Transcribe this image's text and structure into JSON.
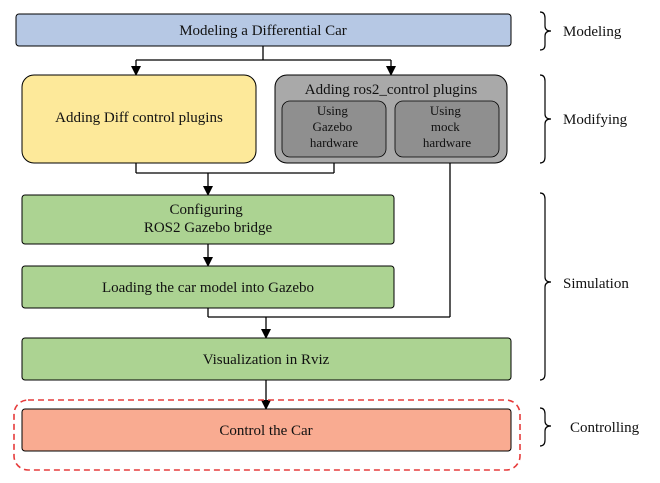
{
  "boxes": {
    "modeling_car": "Modeling a Differential Car",
    "diff_plugins": "Adding Diff control plugins",
    "ros2_plugins": "Adding ros2_control plugins",
    "gazebo_hw": [
      "Using",
      "Gazebo",
      "hardware"
    ],
    "mock_hw": [
      "Using",
      "mock",
      "hardware"
    ],
    "bridge": [
      "Configuring",
      "ROS2 Gazebo bridge"
    ],
    "loading": "Loading the car model into Gazebo",
    "rviz": "Visualization in Rviz",
    "control": "Control the Car"
  },
  "phases": {
    "modeling": "Modeling",
    "modifying": "Modifying",
    "simulation": "Simulation",
    "controlling": "Controlling"
  },
  "colors": {
    "blue": "#b6c8e4",
    "yellow": "#fde99a",
    "gray": "#a9a9a9",
    "gray_inner": "#8f8f8f",
    "green": "#acd392",
    "salmon": "#f9ab91",
    "dashed_red": "#e63b3b"
  }
}
